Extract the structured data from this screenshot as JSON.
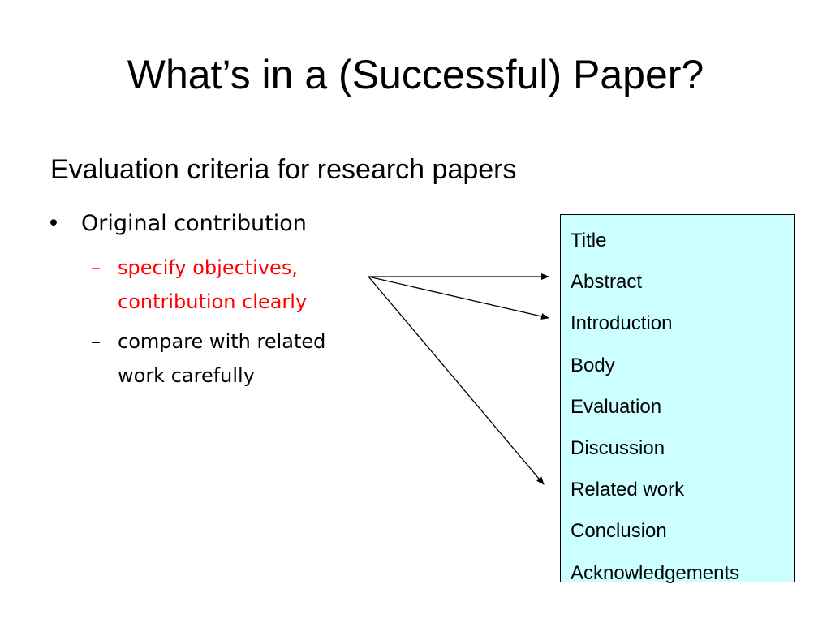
{
  "slide": {
    "title": "What’s in a (Successful) Paper?",
    "subtitle": "Evaluation criteria for research papers",
    "bullet": {
      "symbol": "•",
      "text": "Original contribution"
    },
    "sub_items": [
      {
        "symbol": "–",
        "text": "specify objectives, contribution clearly",
        "color": "#ff0000"
      },
      {
        "symbol": "–",
        "text": "compare with related work carefully",
        "color": "#000000"
      }
    ],
    "sections_box": {
      "background": "#ccffff",
      "items": [
        "Title",
        "Abstract",
        "Introduction",
        "Body",
        "Evaluation",
        "Discussion",
        "Related work",
        "Conclusion",
        "Acknowledgements"
      ],
      "arrow_targets": [
        "Abstract",
        "Introduction",
        "Related work"
      ]
    }
  }
}
